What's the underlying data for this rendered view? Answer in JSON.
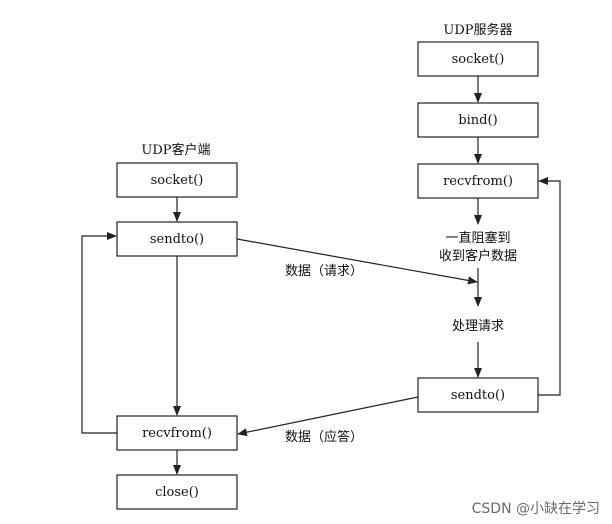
{
  "client": {
    "title": "UDP客户端",
    "socket": "socket()",
    "sendto": "sendto()",
    "recvfrom": "recvfrom()",
    "close": "close()"
  },
  "server": {
    "title": "UDP服务器",
    "socket": "socket()",
    "bind": "bind()",
    "recvfrom": "recvfrom()",
    "block_line1": "一直阻塞到",
    "block_line2": "收到客户数据",
    "process": "处理请求",
    "sendto": "sendto()"
  },
  "messages": {
    "request": "数据（请求）",
    "reply": "数据（应答）"
  },
  "watermark": "CSDN @小缺在学习"
}
